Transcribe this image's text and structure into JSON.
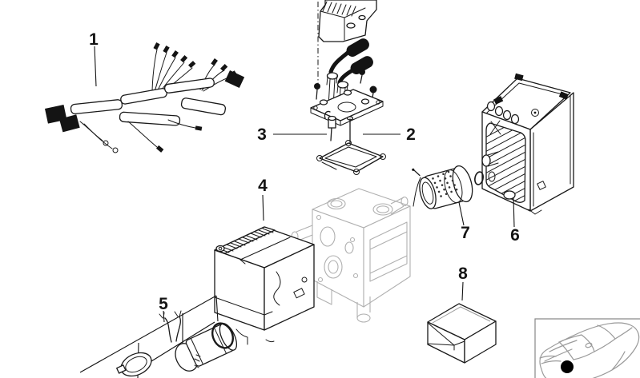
{
  "callouts": [
    {
      "number": "1"
    },
    {
      "number": "2"
    },
    {
      "number": "3"
    },
    {
      "number": "4"
    },
    {
      "number": "5"
    },
    {
      "number": "6"
    },
    {
      "number": "7"
    },
    {
      "number": "8"
    }
  ],
  "colors": {
    "line": "#1a1a1a",
    "reference_part": "#b0b0b0",
    "car_outline": "#9a9a9a",
    "location_dot": "#000000",
    "background": "#ffffff"
  }
}
